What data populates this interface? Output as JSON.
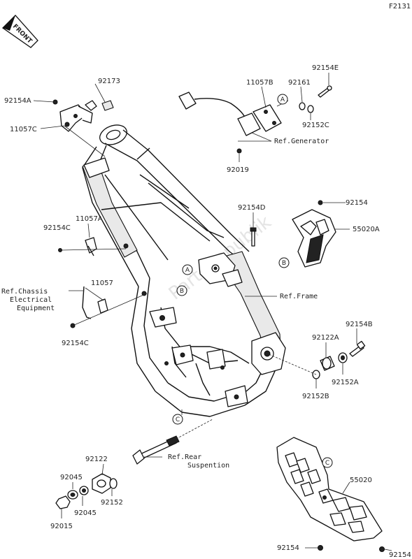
{
  "page_id": "F2131",
  "front_badge": "FRONT",
  "watermark": "PartsRepublik",
  "part_labels": {
    "p92173": "92173",
    "p92154A": "92154A",
    "p11057C": "11057C",
    "p11057B": "11057B",
    "p92161": "92161",
    "p92154E": "92154E",
    "p92152C": "92152C",
    "p92019": "92019",
    "p92154D": "92154D",
    "p92154_top": "92154",
    "p55020A": "55020A",
    "p92154C_a": "92154C",
    "p11057A": "11057A",
    "p11057": "11057",
    "p92154C_b": "92154C",
    "p92154B": "92154B",
    "p92122A": "92122A",
    "p92152A": "92152A",
    "p92152B": "92152B",
    "p92122": "92122",
    "p92045_a": "92045",
    "p92045_b": "92045",
    "p92152": "92152",
    "p92015": "92015",
    "p55020": "55020",
    "p92154_bl": "92154",
    "p92154_br": "92154"
  },
  "references": {
    "generator": "Ref.Generator",
    "frame": "Ref.Frame",
    "chassis_1": "Ref.Chassis",
    "chassis_2": "Electrical",
    "chassis_3": "Equipment",
    "rear_1": "Ref.Rear",
    "rear_2": "Suspention"
  },
  "callouts": {
    "a": "A",
    "b": "B",
    "c": "C"
  }
}
